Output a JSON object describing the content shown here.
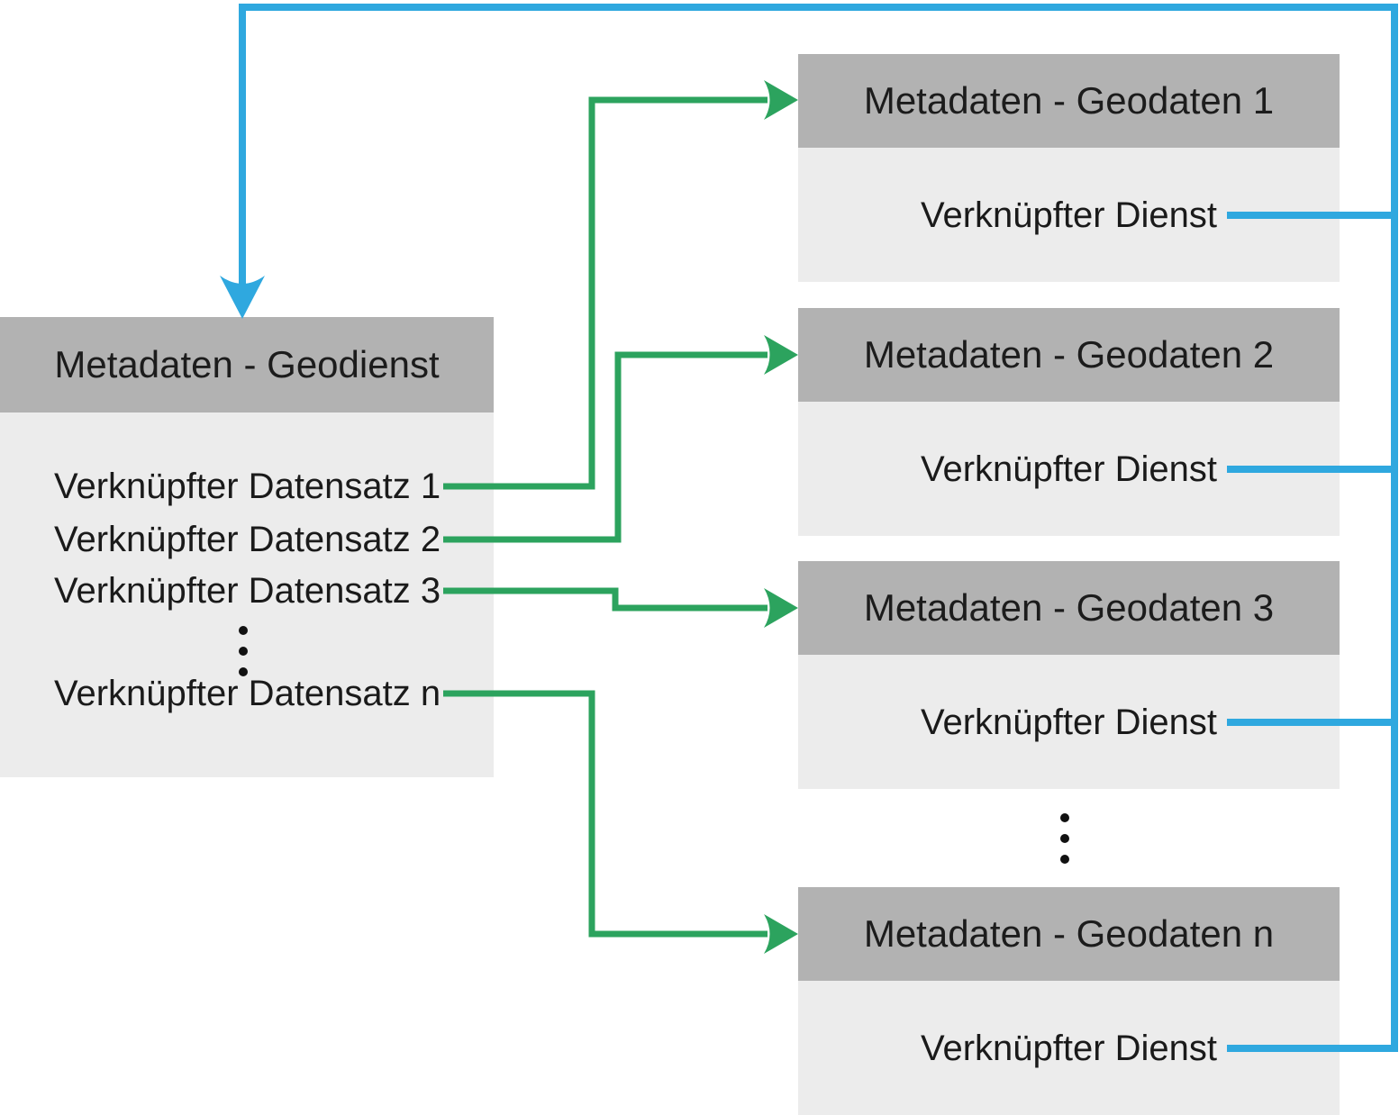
{
  "diagram": {
    "service_box": {
      "title": "Metadaten - Geodienst",
      "items": [
        {
          "label": "Verknüpfter Datensatz 1"
        },
        {
          "label": "Verknüpfter Datensatz 2"
        },
        {
          "label": "Verknüpfter Datensatz 3"
        },
        {
          "label": "Verknüpfter Datensatz n"
        }
      ],
      "ellipsis": "⋮"
    },
    "data_boxes": [
      {
        "title": "Metadaten - Geodaten 1",
        "field": "Verknüpfter Dienst"
      },
      {
        "title": "Metadaten - Geodaten 2",
        "field": "Verknüpfter Dienst"
      },
      {
        "title": "Metadaten - Geodaten 3",
        "field": "Verknüpfter Dienst"
      },
      {
        "title": "Metadaten - Geodaten n",
        "field": "Verknüpfter Dienst"
      }
    ],
    "ellipsis": "⋮",
    "colors": {
      "dataset_link_green": "#2CA35E",
      "service_link_blue": "#2FA8DF",
      "box_header_gray": "#B2B2B2",
      "box_body_gray": "#ECECEC",
      "text": "#1A1A1A"
    }
  }
}
